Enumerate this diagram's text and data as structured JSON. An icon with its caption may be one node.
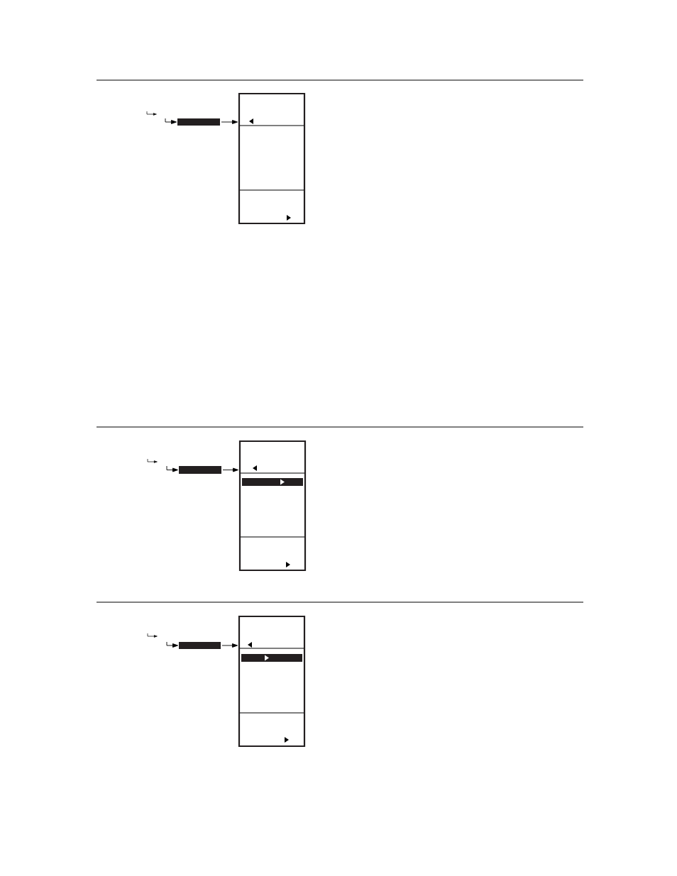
{
  "diagram": {
    "nodes": [
      {
        "text": [],
        "shape": "bar"
      },
      {
        "text": [],
        "shape": "box"
      },
      {
        "text": [],
        "shape": "bar"
      },
      {
        "text": [],
        "shape": "box"
      },
      {
        "text": [],
        "shape": "bar",
        "in": 3
      },
      {
        "text": [],
        "shape": "bar"
      },
      {
        "text": [],
        "shape": "box"
      },
      {
        "text": [],
        "shape": "bar",
        "in": 6
      }
    ],
    "edges": [
      {
        "from": null,
        "to": 0,
        "arrow": "to"
      },
      {
        "from": 0,
        "to": 1,
        "arrow": "to"
      },
      {
        "from": null,
        "to": 2,
        "arrow": "to"
      },
      {
        "from": 2,
        "to": 3,
        "arrow": "to"
      },
      {
        "from": null,
        "to": 5,
        "arrow": "to"
      },
      {
        "from": 5,
        "to": 6,
        "arrow": "to"
      }
    ]
  }
}
